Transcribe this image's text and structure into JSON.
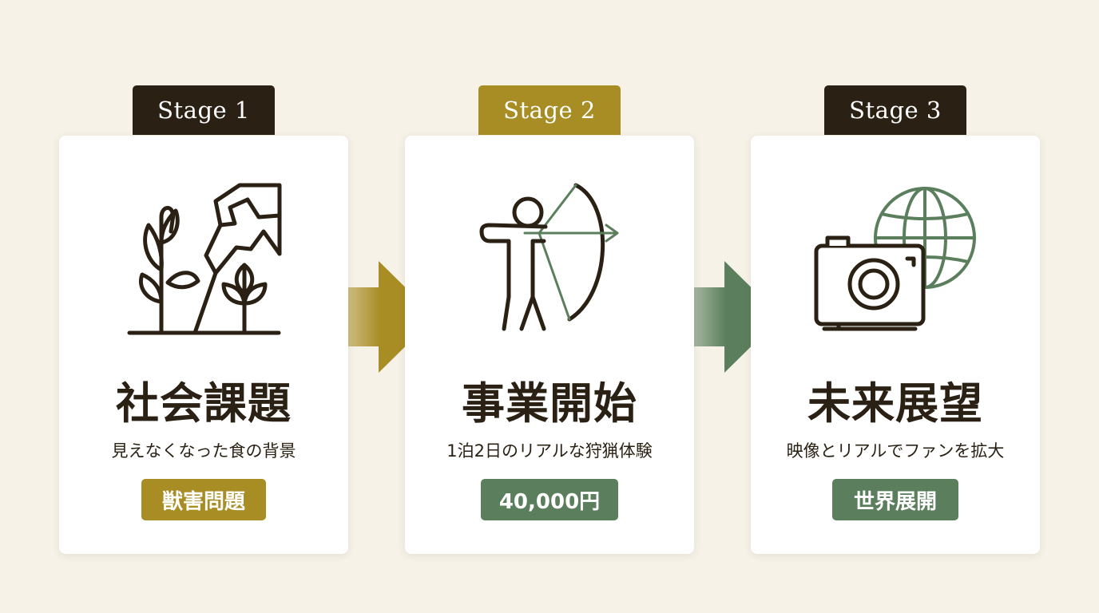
{
  "colors": {
    "background": "#f6f2e8",
    "dark_brown": "#2a2114",
    "gold": "#a88c24",
    "green": "#5b7f5c"
  },
  "stages": [
    {
      "tab_label": "Stage 1",
      "tab_color": "#2a2114",
      "icon": "crops-landslide-icon",
      "title": "社会課題",
      "subtitle": "見えなくなった食の背景",
      "badge": "獣害問題",
      "badge_color": "#a88c24"
    },
    {
      "tab_label": "Stage 2",
      "tab_color": "#a88c24",
      "icon": "archer-icon",
      "title": "事業開始",
      "subtitle": "1泊2日のリアルな狩猟体験",
      "badge": "40,000円",
      "badge_color": "#5b7f5c"
    },
    {
      "tab_label": "Stage 3",
      "tab_color": "#2a2114",
      "icon": "camera-globe-icon",
      "title": "未来展望",
      "subtitle": "映像とリアルでファンを拡大",
      "badge": "世界展開",
      "badge_color": "#5b7f5c"
    }
  ],
  "arrows": [
    {
      "icon": "arrow-right-icon",
      "color": "#a88c24"
    },
    {
      "icon": "arrow-right-icon",
      "color": "#5b7f5c"
    }
  ]
}
